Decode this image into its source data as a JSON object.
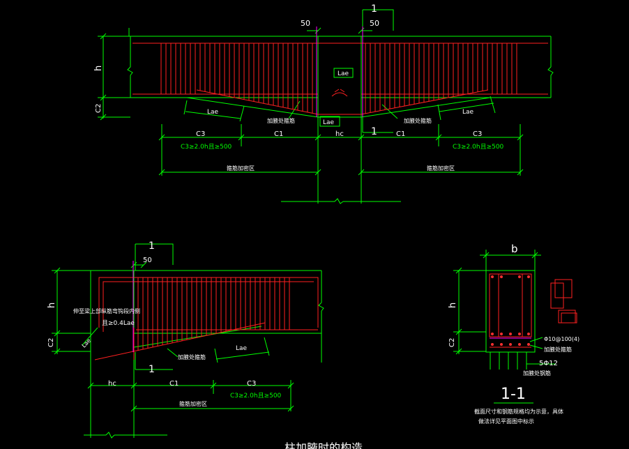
{
  "drawing": {
    "background": "#000000",
    "colors": {
      "beam": "#00ff00",
      "rebar": "#ff2020",
      "section_mark": "#ff00ff",
      "text": "#ffffff",
      "dim_text": "#00ff00"
    }
  },
  "top_elevation": {
    "section_mark": "1",
    "section_mark_bottom": "1",
    "dim_50_left": "50",
    "dim_50_right": "50",
    "h_label": "h",
    "c2_label": "C2",
    "lae_box": "Lae",
    "lae_bottom": "Lae",
    "lae_left": "Lae",
    "lae_right": "Lae",
    "haunch_left": "加腋处箍筋",
    "haunch_right": "加腋处箍筋",
    "c3_left": "C3",
    "c1_left": "C1",
    "hc": "hc",
    "c1_right": "C1",
    "c3_right": "C3",
    "cond_left": "C3≥2.0h且≥500",
    "cond_right": "C3≥2.0h且≥500",
    "zone_left": "箍筋加密区",
    "zone_right": "箍筋加密区"
  },
  "bottom_elevation": {
    "section_mark_top": "1",
    "section_mark_bottom": "1",
    "dim_50": "50",
    "h_label": "h",
    "c2_label": "C2",
    "lae_diag": "Lae",
    "lae_label": "Lae",
    "note_1": "伸至梁上部纵筋弯钩段内侧",
    "note_2": "且≥0.4Lae",
    "haunch_label": "加腋处箍筋",
    "hc": "hc",
    "c1": "C1",
    "c3": "C3",
    "cond": "C3≥2.0h且≥500",
    "zone": "箍筋加密区"
  },
  "section_1_1": {
    "b_label": "b",
    "h_label": "h",
    "c2_label": "C2",
    "stirrup_spec": "Φ10@100(4)",
    "haunch_stirrup": "加腋处箍筋",
    "haunch_bars": "5Φ12",
    "haunch_rebar": "加腋处钢筋",
    "title": "1-1",
    "note_1": "截面尺寸和钢筋规格均为示意，具体",
    "note_2": "做法详见平面图中标示",
    "bottom_caption": "柱加腋时的构造"
  }
}
